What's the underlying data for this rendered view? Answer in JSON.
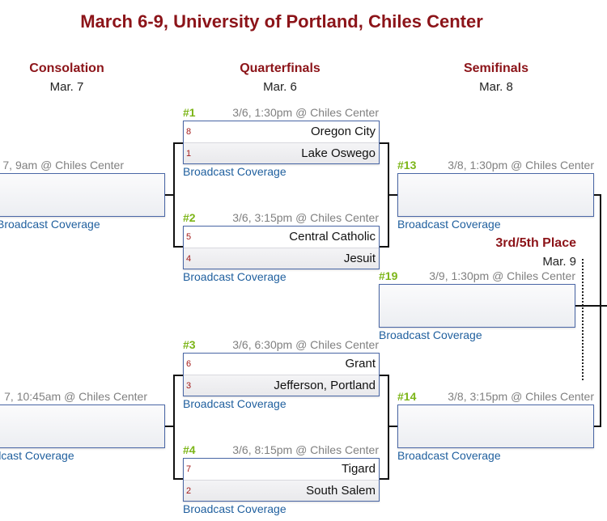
{
  "title": "March 6-9, University of Portland, Chiles Center",
  "columns": {
    "consolation": {
      "label": "Consolation",
      "date": "Mar. 7"
    },
    "quarterfinals": {
      "label": "Quarterfinals",
      "date": "Mar. 6"
    },
    "semifinals": {
      "label": "Semifinals",
      "date": "Mar. 8"
    },
    "third_fifth": {
      "label": "3rd/5th Place",
      "date": "Mar. 9"
    }
  },
  "broadcast_label": "Broadcast Coverage",
  "games": {
    "g1": {
      "num": "#1",
      "info": "3/6, 1:30pm @ Chiles Center",
      "top_seed": "8",
      "top_team": "Oregon City",
      "bot_seed": "1",
      "bot_team": "Lake Oswego"
    },
    "g2": {
      "num": "#2",
      "info": "3/6, 3:15pm @ Chiles Center",
      "top_seed": "5",
      "top_team": "Central Catholic",
      "bot_seed": "4",
      "bot_team": "Jesuit"
    },
    "g3": {
      "num": "#3",
      "info": "3/6, 6:30pm @ Chiles Center",
      "top_seed": "6",
      "top_team": "Grant",
      "bot_seed": "3",
      "bot_team": "Jefferson, Portland"
    },
    "g4": {
      "num": "#4",
      "info": "3/6, 8:15pm @ Chiles Center",
      "top_seed": "7",
      "top_team": "Tigard",
      "bot_seed": "2",
      "bot_team": "South Salem"
    },
    "g13": {
      "num": "#13",
      "info": "3/8, 1:30pm @ Chiles Center"
    },
    "g14": {
      "num": "#14",
      "info": "3/8, 3:15pm @ Chiles Center"
    },
    "g19": {
      "num": "#19",
      "info": "3/9, 1:30pm @ Chiles Center"
    },
    "c1": {
      "info": "7, 9am @ Chiles Center"
    },
    "c2": {
      "info": "7, 10:45am @ Chiles Center"
    }
  }
}
